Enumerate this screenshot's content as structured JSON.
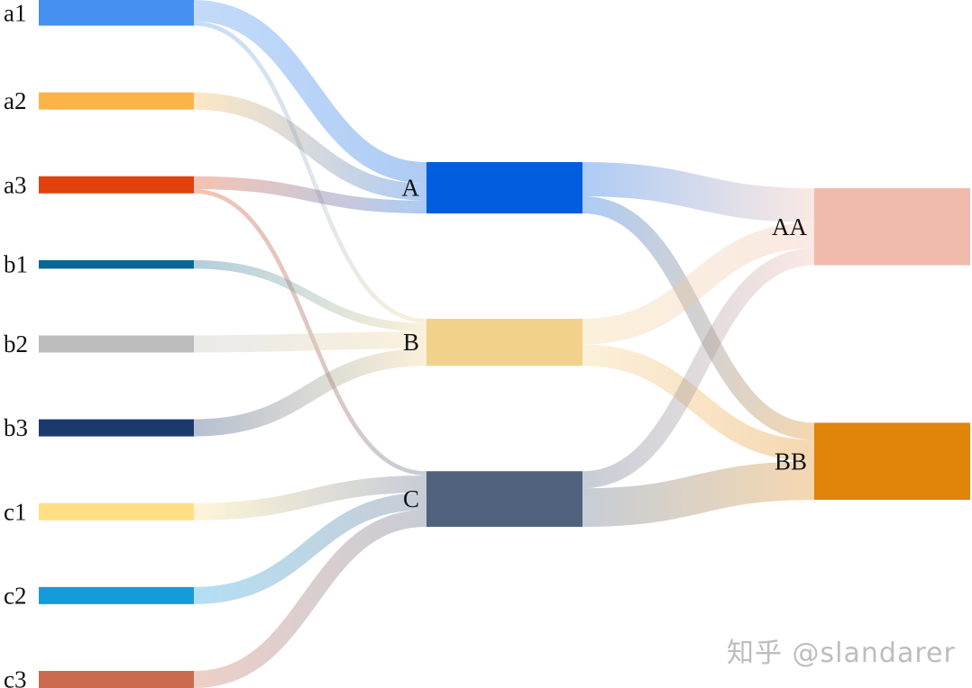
{
  "chart_data": {
    "type": "sankey",
    "nodes": [
      {
        "id": "a1",
        "label": "a1",
        "column": 0,
        "color": "#4690EF"
      },
      {
        "id": "a2",
        "label": "a2",
        "column": 0,
        "color": "#FDB446"
      },
      {
        "id": "a3",
        "label": "a3",
        "column": 0,
        "color": "#E0410D"
      },
      {
        "id": "b1",
        "label": "b1",
        "column": 0,
        "color": "#0C6694"
      },
      {
        "id": "b2",
        "label": "b2",
        "column": 0,
        "color": "#BDBDBD"
      },
      {
        "id": "b3",
        "label": "b3",
        "column": 0,
        "color": "#1B3A6B"
      },
      {
        "id": "c1",
        "label": "c1",
        "column": 0,
        "color": "#FEDF85"
      },
      {
        "id": "c2",
        "label": "c2",
        "column": 0,
        "color": "#149BDC"
      },
      {
        "id": "c3",
        "label": "c3",
        "column": 0,
        "color": "#CB6A4E"
      },
      {
        "id": "A",
        "label": "A",
        "column": 1,
        "color": "#005EDE"
      },
      {
        "id": "B",
        "label": "B",
        "column": 1,
        "color": "#F2D28B"
      },
      {
        "id": "C",
        "label": "C",
        "column": 1,
        "color": "#50627E"
      },
      {
        "id": "AA",
        "label": "AA",
        "column": 2,
        "color": "#F0BAAB"
      },
      {
        "id": "BB",
        "label": "BB",
        "column": 2,
        "color": "#E0840A"
      }
    ],
    "links": [
      {
        "source": "a1",
        "target": "A",
        "value": 2.5
      },
      {
        "source": "a1",
        "target": "B",
        "value": 0.5
      },
      {
        "source": "a2",
        "target": "A",
        "value": 2
      },
      {
        "source": "a3",
        "target": "A",
        "value": 1.5
      },
      {
        "source": "a3",
        "target": "C",
        "value": 0.5
      },
      {
        "source": "b1",
        "target": "B",
        "value": 1
      },
      {
        "source": "b2",
        "target": "B",
        "value": 2
      },
      {
        "source": "b3",
        "target": "B",
        "value": 2
      },
      {
        "source": "c1",
        "target": "C",
        "value": 2
      },
      {
        "source": "c2",
        "target": "C",
        "value": 2
      },
      {
        "source": "c3",
        "target": "C",
        "value": 2
      },
      {
        "source": "A",
        "target": "AA",
        "value": 4
      },
      {
        "source": "A",
        "target": "BB",
        "value": 2
      },
      {
        "source": "B",
        "target": "AA",
        "value": 3
      },
      {
        "source": "B",
        "target": "BB",
        "value": 2.5
      },
      {
        "source": "C",
        "target": "AA",
        "value": 2
      },
      {
        "source": "C",
        "target": "BB",
        "value": 4.5
      }
    ]
  },
  "watermark": "知乎 @slandarer"
}
